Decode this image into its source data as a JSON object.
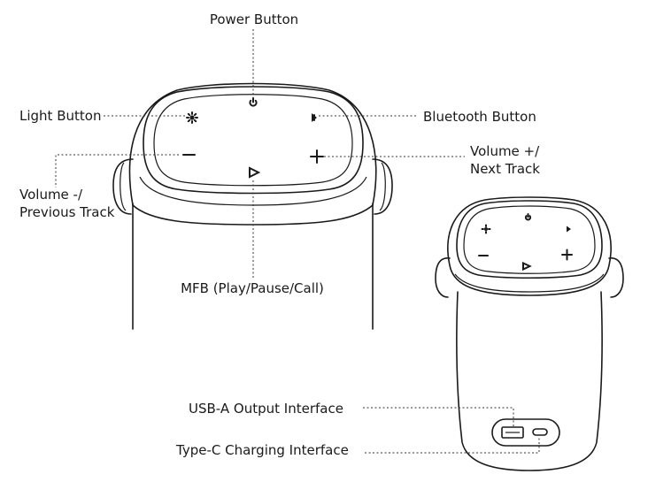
{
  "labels": {
    "power": "Power Button",
    "light": "Light Button",
    "bluetooth": "Bluetooth Button",
    "volume_up_1": "Volume +/",
    "volume_up_2": "Next Track",
    "volume_down_1": "Volume -/",
    "volume_down_2": "Previous Track",
    "mfb": "MFB (Play/Pause/Call)",
    "usb_a": "USB-A Output Interface",
    "type_c": "Type-C Charging Interface"
  },
  "icons": [
    "power-icon",
    "light-icon",
    "bluetooth-icon",
    "minus-icon",
    "plus-icon",
    "play-icon",
    "usb-a-port",
    "usb-c-port"
  ]
}
